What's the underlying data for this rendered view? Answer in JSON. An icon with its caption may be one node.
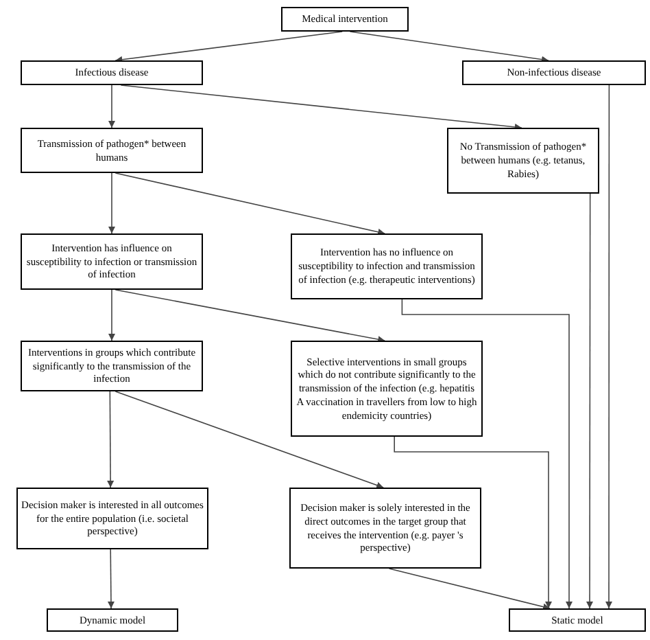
{
  "diagram": {
    "nodes": [
      {
        "text": [
          "Medical intervention"
        ]
      },
      {
        "text": [
          "Infectious disease"
        ]
      },
      {
        "text": [
          "Non-infectious disease"
        ]
      },
      {
        "text": [
          "Transmission of pathogen* between humans"
        ]
      },
      {
        "text": [
          "No Transmission of pathogen* between humans (e.g. tetanus, Rabies)"
        ]
      },
      {
        "text": [
          "Intervention has influence on susceptibility to infection or transmission of infection"
        ]
      },
      {
        "text": [
          "Intervention has no influence on susceptibility to infection and transmission of infection (e.g. therapeutic interventions)"
        ]
      },
      {
        "text": [
          "Interventions in groups which contribute significantly to the transmission of the infection"
        ]
      },
      {
        "text": [
          "Selective interventions in small groups which do not contribute significantly to the transmission of the infection (e.g. hepatitis A vaccination in travellers from low to high endemicity countries)"
        ]
      },
      {
        "text": [
          "Decision maker is interested in all outcomes for the entire population (i.e. societal perspective)"
        ]
      },
      {
        "text": [
          "Decision maker is solely interested in the direct outcomes in the target group that receives the intervention (e.g. payer 's perspective)"
        ]
      },
      {
        "text": [
          "Dynamic model"
        ]
      },
      {
        "text": [
          "Static model"
        ]
      }
    ],
    "edges": [
      {
        "from": 0,
        "to": 1,
        "arrow": "to"
      },
      {
        "from": 0,
        "to": 2,
        "arrow": "to"
      },
      {
        "from": 1,
        "to": 3,
        "arrow": "to"
      },
      {
        "from": 1,
        "to": 4,
        "arrow": "to"
      },
      {
        "from": 3,
        "to": 5,
        "arrow": "to"
      },
      {
        "from": 3,
        "to": 6,
        "arrow": "to"
      },
      {
        "from": 5,
        "to": 7,
        "arrow": "to"
      },
      {
        "from": 5,
        "to": 8,
        "arrow": "to"
      },
      {
        "from": 7,
        "to": 9,
        "arrow": "to"
      },
      {
        "from": 7,
        "to": 10,
        "arrow": "to"
      },
      {
        "from": 9,
        "to": 11,
        "arrow": "to"
      },
      {
        "from": 10,
        "to": 12,
        "arrow": "to"
      },
      {
        "from": 8,
        "to": 12,
        "arrow": "to"
      },
      {
        "from": 6,
        "to": 12,
        "arrow": "to"
      },
      {
        "from": 4,
        "to": 12,
        "arrow": "to"
      },
      {
        "from": 2,
        "to": 12,
        "arrow": "to"
      }
    ]
  }
}
